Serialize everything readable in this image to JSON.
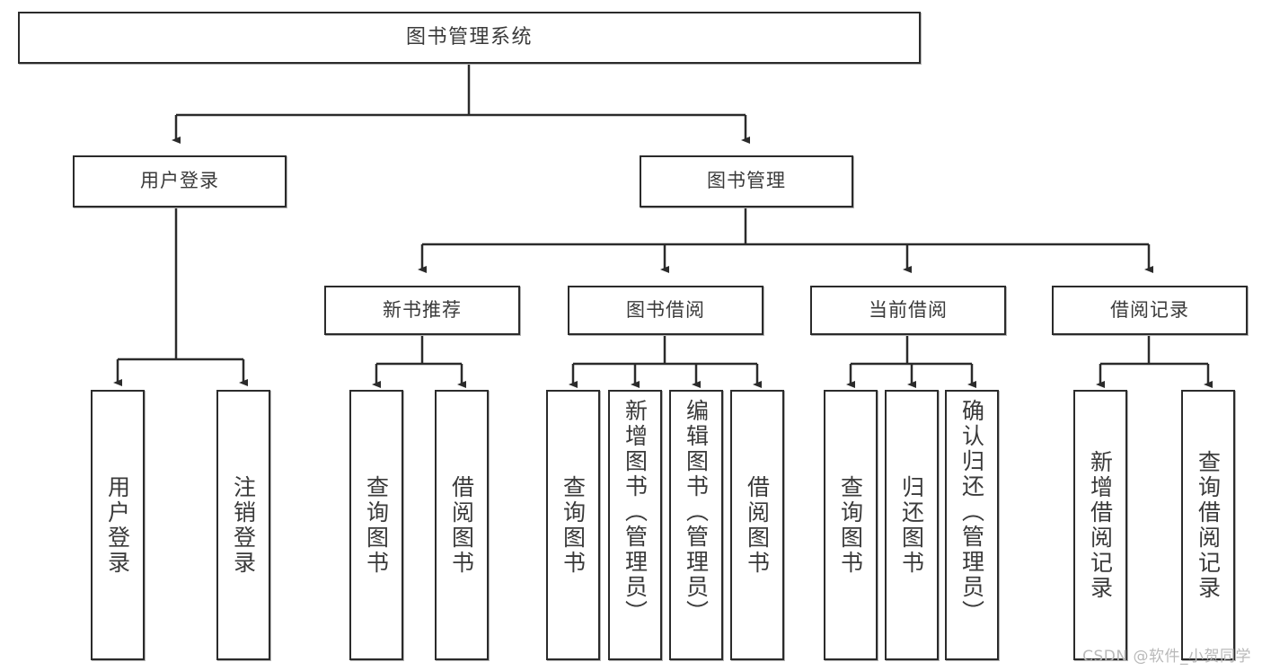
{
  "diagram": {
    "title": "图书管理系统",
    "type": "tree",
    "orientation": "top-down",
    "colors": {
      "box_border": "#2b2b2b",
      "box_fill": "#ffffff",
      "text": "#3a3a3a",
      "connector": "#2b2b2b",
      "watermark": "#b9b9b9",
      "background": "#ffffff"
    }
  },
  "watermark": {
    "text": "CSDN @软件_小贺同学"
  },
  "nodes": {
    "root": {
      "label": "图书管理系统"
    },
    "level2": [
      {
        "label": "用户登录"
      },
      {
        "label": "图书管理"
      }
    ],
    "level3": [
      {
        "label": "新书推荐"
      },
      {
        "label": "图书借阅"
      },
      {
        "label": "当前借阅"
      },
      {
        "label": "借阅记录"
      }
    ],
    "leaves": {
      "user_login": [
        {
          "label": "用户登录"
        },
        {
          "label": "注销登录"
        }
      ],
      "new_book_recommend": [
        {
          "label": "查询图书"
        },
        {
          "label": "借阅图书"
        }
      ],
      "book_borrow": [
        {
          "label": "查询图书"
        },
        {
          "label": "新增图书（管理员）"
        },
        {
          "label": "编辑图书（管理员）"
        },
        {
          "label": "借阅图书"
        }
      ],
      "current_borrow": [
        {
          "label": "查询图书"
        },
        {
          "label": "归还图书"
        },
        {
          "label": "确认归还（管理员）"
        }
      ],
      "borrow_record": [
        {
          "label": "新增借阅记录"
        },
        {
          "label": "查询借阅记录"
        }
      ]
    }
  },
  "tree_structure": {
    "图书管理系统": {
      "用户登录": [
        "用户登录",
        "注销登录"
      ],
      "图书管理": {
        "新书推荐": [
          "查询图书",
          "借阅图书"
        ],
        "图书借阅": [
          "查询图书",
          "新增图书（管理员）",
          "编辑图书（管理员）",
          "借阅图书"
        ],
        "当前借阅": [
          "查询图书",
          "归还图书",
          "确认归还（管理员）"
        ],
        "借阅记录": [
          "新增借阅记录",
          "查询借阅记录"
        ]
      }
    }
  }
}
